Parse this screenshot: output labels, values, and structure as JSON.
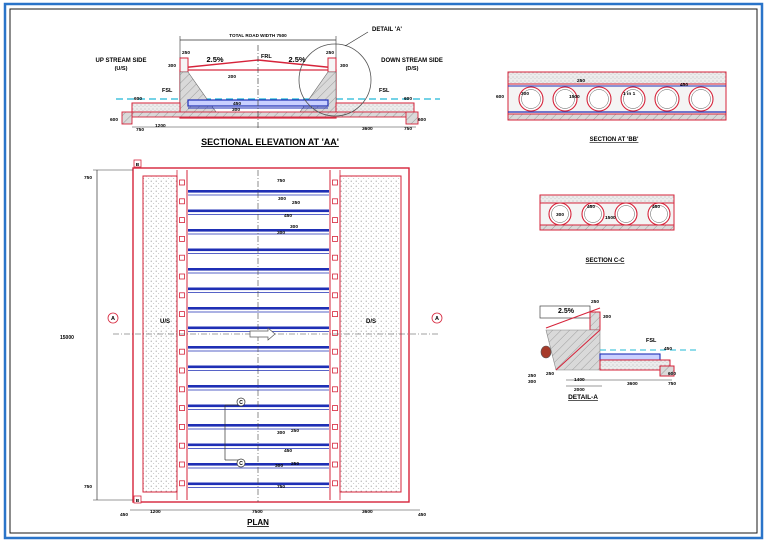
{
  "colors": {
    "frame_outer": "#2a74c9",
    "frame_inner": "#1a1a1a",
    "concrete_red": "#d6233a",
    "pipe_blue": "#1f2fb5",
    "water_cyan": "#22b8d6",
    "hatch_gray": "#9a9a9a",
    "dim_text": "#111111"
  },
  "elevation": {
    "title": "SECTIONAL ELEVATION AT 'AA'",
    "total_width_label": "TOTAL ROAD WIDTH 7500",
    "detail_callout": "DETAIL 'A'",
    "upstream_label_1": "UP STREAM SIDE",
    "upstream_label_2": "(U/S)",
    "downstream_label_1": "DOWN STREAM SIDE",
    "downstream_label_2": "(D/S)",
    "slope_left": "2.5%",
    "slope_right": "2.5%",
    "frl": "FRL",
    "fsl_left": "FSL",
    "fsl_right": "FSL",
    "dim_250_left": "250",
    "dim_250_right": "250",
    "dim_300_left": "300",
    "dim_300_right": "300",
    "dim_200": "200",
    "dim_450": "450",
    "dim_600_left": "600",
    "dim_600_right": "600",
    "dim_300_mid": "300",
    "dim_600_bl": "600",
    "dim_1200": "1200",
    "dim_3600": "3600",
    "dim_750_left": "750",
    "dim_750_right": "750",
    "dim_600_br": "600"
  },
  "section_bb": {
    "title": "SECTION AT 'BB'",
    "dim_600": "600",
    "dim_300": "300",
    "dim_250": "250",
    "dim_450": "450",
    "dim_1500": "1500",
    "slope": "1 in 1"
  },
  "section_cc": {
    "title": "SECTION C-C",
    "dim_300": "300",
    "dim_450": "450",
    "dim_1500": "1500",
    "dim_450b": "450"
  },
  "detail_a": {
    "title": "DETAIL-A",
    "slope": "2.5%",
    "dim_250": "250",
    "dim_300": "300",
    "fsl": "FSL",
    "dim_450": "450",
    "dim_250b": "250",
    "dim_300b": "300",
    "dim_250c": "250",
    "dim_1400": "1400",
    "dim_2000": "2000",
    "dim_3600": "3600",
    "dim_600": "600",
    "dim_750": "750"
  },
  "plan": {
    "title": "PLAN",
    "overall_length": "15000",
    "dim_750_top": "750",
    "dim_750_bot": "750",
    "dim_750_inner_top": "750",
    "dim_750_inner_bot": "750",
    "dim_300": "300",
    "dim_250": "250",
    "dim_450": "450",
    "dim_300b": "300",
    "dim_300c": "300",
    "dim_250c": "250",
    "dim_450c": "450",
    "dim_300d": "300",
    "dim_450_bl": "450",
    "dim_1200": "1200",
    "dim_7500": "7500",
    "dim_3600": "3600",
    "dim_450_br": "450",
    "us_label": "U/S",
    "ds_label": "D/S",
    "section_a_left": "A",
    "section_a_right": "A",
    "section_b_top": "B",
    "section_b_bot": "B",
    "section_c_top": "C",
    "section_c_bot": "C"
  }
}
